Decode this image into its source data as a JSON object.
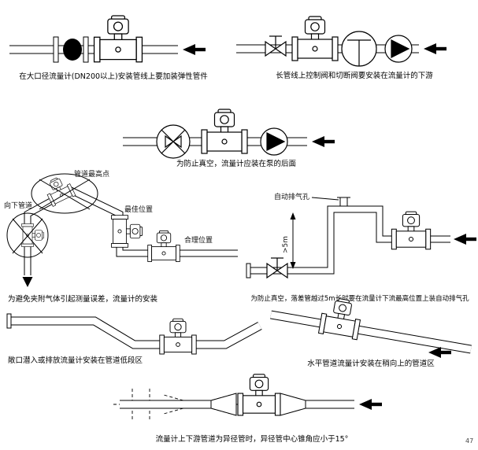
{
  "page": {
    "number": "47"
  },
  "panels": {
    "elastic": {
      "caption": "在大口径流量计(DN200以上)安装管线上要加装弹性管件"
    },
    "valves": {
      "caption": "长管线上控制阀和切断阀要安装在流量计的下游"
    },
    "pump": {
      "caption": "为防止真空，流量计应装在泵的后面"
    },
    "gas": {
      "caption": "为避免夹附气体引起测量误差，流量计的安装",
      "labels": {
        "highest": "管道最高点",
        "down": "向下管道",
        "best": "最佳位置",
        "fair": "合理位置"
      }
    },
    "vent": {
      "caption": "为防止真空，落差管越过5m长时要在流量计下流最高位置上装自动排气孔",
      "labels": {
        "vent": "自动排气孔",
        "height": "&gt;5m",
        "height_plain": ">5m"
      }
    },
    "low": {
      "caption": "敞口潜入或排放流量计安装在管道低段区"
    },
    "incline": {
      "caption": "水平管道流量计安装在稍向上的管道区"
    },
    "reducer": {
      "caption": "流量计上下游管道为异径管时，异径管中心锥角应小于15°"
    }
  }
}
